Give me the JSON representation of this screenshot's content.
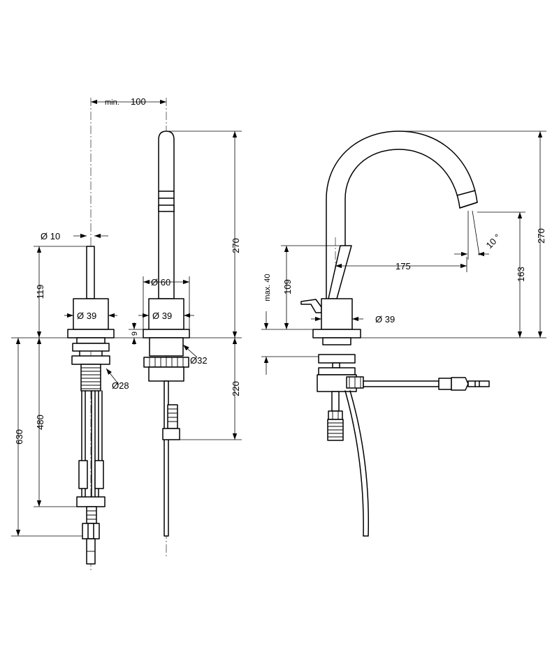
{
  "drawing": {
    "top_spacing": {
      "prefix": "min.",
      "value": "100"
    },
    "left_view": {
      "lever_diameter": "Ø  10",
      "lever_height": "119",
      "body_diameter": "Ø  39",
      "thread_diameter": "Ø28",
      "shank_length": "480",
      "total_length": "630"
    },
    "middle_view": {
      "rosette_diameter": "Ø  60",
      "body_diameter": "Ø  39",
      "rosette_height": "9",
      "thread_diameter": "Ø32",
      "spout_height": "270",
      "shank_length": "220"
    },
    "right_view": {
      "max_thickness": "max. 40",
      "lever_height": "109",
      "body_diameter": "Ø  39",
      "reach": "175",
      "angle": "10 °",
      "outlet_height": "163",
      "total_height": "270"
    }
  }
}
